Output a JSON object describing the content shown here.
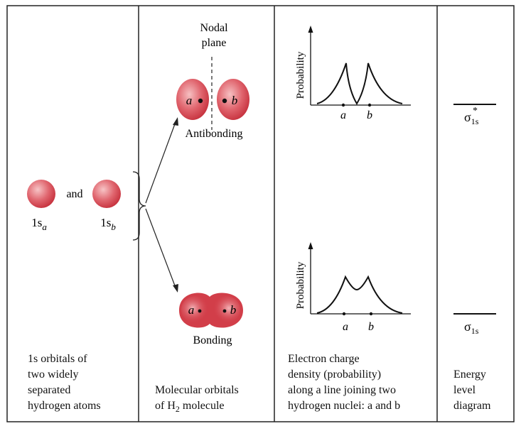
{
  "colors": {
    "orbital_dark": "#c9303c",
    "orbital_light": "#f4b8bb",
    "line": "#111111"
  },
  "column1": {
    "and_label": "and",
    "orbital_a": {
      "main": "1s",
      "sub": "a"
    },
    "orbital_b": {
      "main": "1s",
      "sub": "b"
    },
    "caption": [
      "1s orbitals of",
      "two widely",
      "separated",
      "hydrogen atoms"
    ]
  },
  "column2": {
    "nodal_line1": "Nodal",
    "nodal_line2": "plane",
    "antibonding_label": "Antibonding",
    "bonding_label": "Bonding",
    "nucleus_a": "a",
    "nucleus_b": "b",
    "caption_line1": "Molecular orbitals",
    "caption_line2_prefix": "of H",
    "caption_line2_sub": "2",
    "caption_line2_suffix": " molecule"
  },
  "column3": {
    "ylabel": "Probability",
    "tick_a": "a",
    "tick_b": "b",
    "caption": [
      "Electron charge",
      "density (probability)",
      "along a line joining two",
      "hydrogen nuclei: a and b"
    ]
  },
  "column4": {
    "sigma": "σ",
    "star": "*",
    "sub": "1s",
    "caption": [
      "Energy",
      "level",
      "diagram"
    ]
  }
}
